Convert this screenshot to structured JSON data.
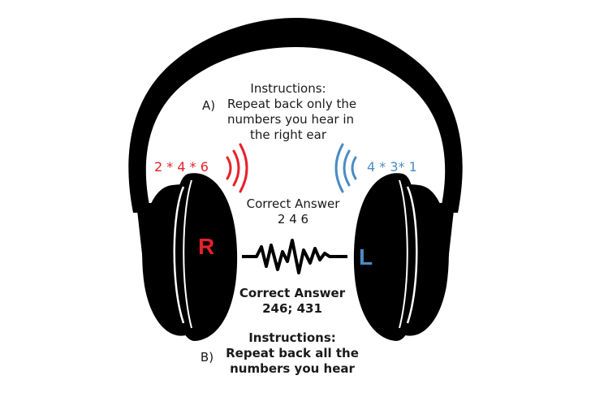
{
  "instructions_a": {
    "marker": "A)",
    "lines": [
      "Instructions:",
      "Repeat back only the",
      "numbers you hear in",
      "the right ear"
    ]
  },
  "right_ear": {
    "letter": "R",
    "sequence": "2 * 4 * 6",
    "color": "#e8202a"
  },
  "left_ear": {
    "letter": "L",
    "sequence": "4 * 3* 1",
    "color": "#4a8cc4"
  },
  "correct_a": {
    "lines": [
      "Correct Answer",
      "2 4 6"
    ]
  },
  "correct_b": {
    "lines": [
      "Correct Answer",
      "246; 431"
    ]
  },
  "instructions_b": {
    "marker": "B)",
    "lines": [
      "Instructions:",
      "Repeat back all the",
      "numbers you hear"
    ]
  },
  "icons": [
    "headphones-icon",
    "right-sound-waves-icon",
    "left-sound-waves-icon",
    "audio-waveform-icon"
  ]
}
